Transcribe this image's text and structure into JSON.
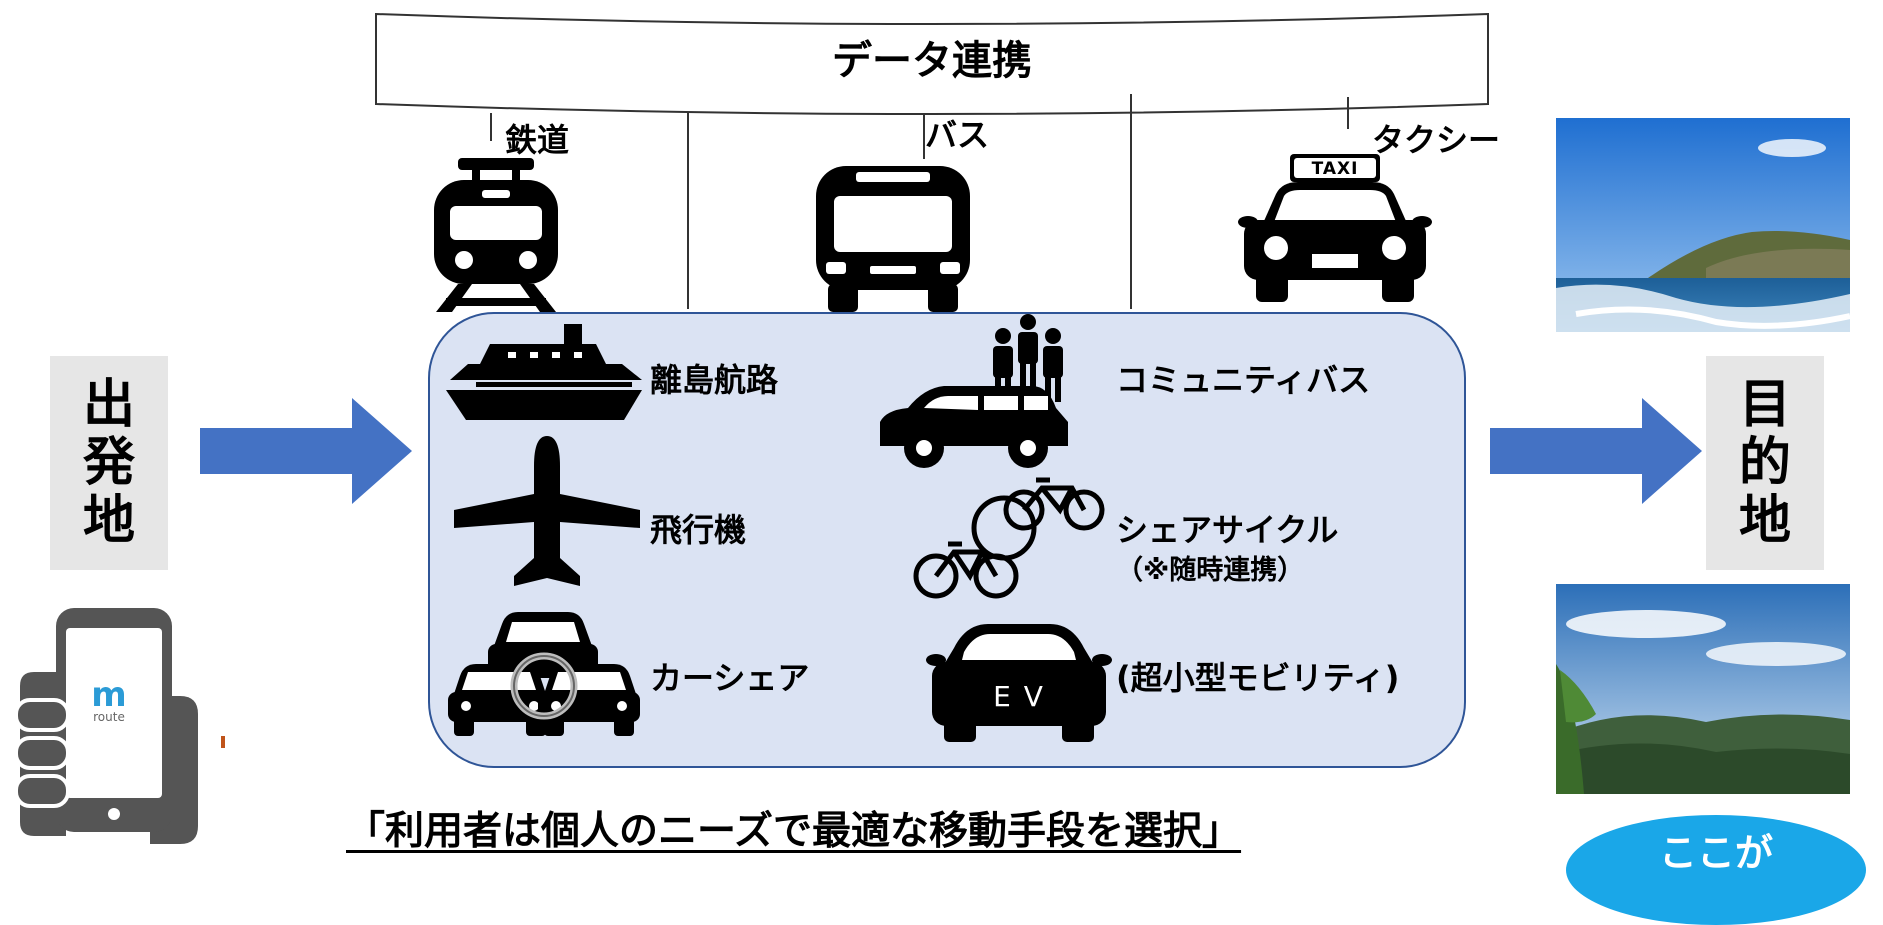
{
  "header": {
    "title": "データ連携"
  },
  "rail_labels": {
    "rail": "鉄道",
    "bus": "バス",
    "taxi": "タクシー"
  },
  "taxi_sign": "TAXI",
  "modes": {
    "ferry": "離島航路",
    "plane": "飛行機",
    "carshare": "カーシェア",
    "community_bus": "コミュニティバス",
    "cycle": "シェアサイクル",
    "cycle_note": "（※随時連携）",
    "micro": "(超小型モビリティ)",
    "ev_text": "E V"
  },
  "origin": {
    "chars": [
      "出",
      "発",
      "地"
    ]
  },
  "destination": {
    "chars": [
      "目",
      "的",
      "地"
    ]
  },
  "app_logo": {
    "main": "m",
    "sub": "route"
  },
  "tagline": "「利用者は個人のニーズで最適な移動手段を選択」",
  "badge": "ここが",
  "colors": {
    "panel_fill": "#dbe3f3",
    "panel_border": "#2f5597",
    "arrow": "#4472c4",
    "side_box": "#e6e6e6",
    "badge": "#1aa7e8"
  }
}
